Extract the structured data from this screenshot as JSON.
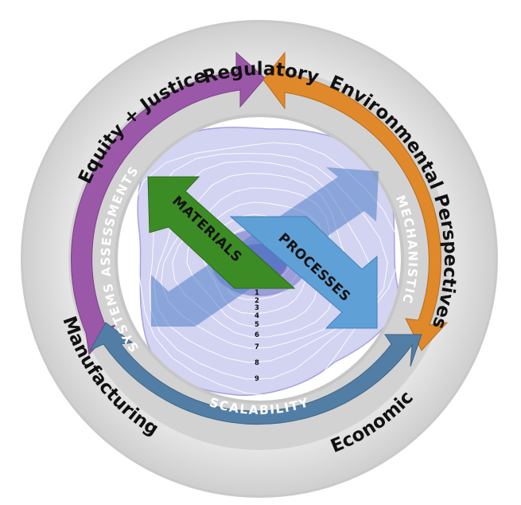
{
  "outer_ring": {
    "regulatory": "Regulatory",
    "environmental": "Environmental Perspectives",
    "economic": "Economic",
    "manufacturing": "Manufacturing",
    "equity": "Equity + Justice"
  },
  "inner_arcs": {
    "systems": {
      "label": "SYSTEMS ASSESSMENTS",
      "color": "#9b58a8"
    },
    "mechanistic": {
      "label": "MECHANISTIC",
      "color": "#e0892b"
    },
    "scalability": {
      "label": "SCALABILITY",
      "color": "#527ea6"
    }
  },
  "center": {
    "materials": {
      "label": "MATERIALS",
      "color": "#3c8c25"
    },
    "processes": {
      "label": "PROCESSES",
      "color": "#5fa0d6"
    },
    "levels": [
      "1",
      "2",
      "3",
      "4",
      "5",
      "6",
      "7",
      "8",
      "9"
    ]
  }
}
